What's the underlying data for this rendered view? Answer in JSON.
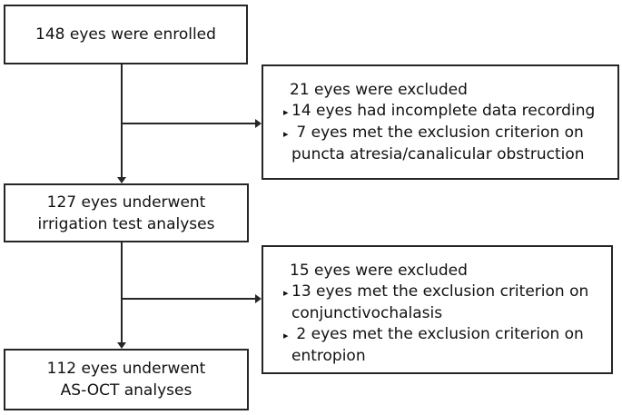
{
  "flow": {
    "enrolled": {
      "line1": "148 eyes were enrolled"
    },
    "excluded_irrigation": {
      "title": "21 eyes were excluded",
      "items": [
        {
          "marker": "▸",
          "text": "14 eyes had incomplete data recording"
        },
        {
          "marker": "▸",
          "text": " 7 eyes met the exclusion criterion on",
          "cont": "puncta atresia/canalicular obstruction"
        }
      ]
    },
    "irrigation": {
      "line1": "127 eyes underwent",
      "line2": "irrigation test analyses"
    },
    "excluded_asoct": {
      "title": "15 eyes were excluded",
      "items": [
        {
          "marker": "▸",
          "text": "13 eyes met the exclusion criterion on",
          "cont": "conjunctivochalasis"
        },
        {
          "marker": "▸",
          "text": " 2 eyes met the exclusion criterion on",
          "cont": "entropion"
        }
      ]
    },
    "asoct": {
      "line1": "112 eyes underwent",
      "line2": "AS-OCT analyses"
    }
  },
  "colors": {
    "border": "#262626",
    "text": "#111111",
    "background": "#ffffff"
  }
}
